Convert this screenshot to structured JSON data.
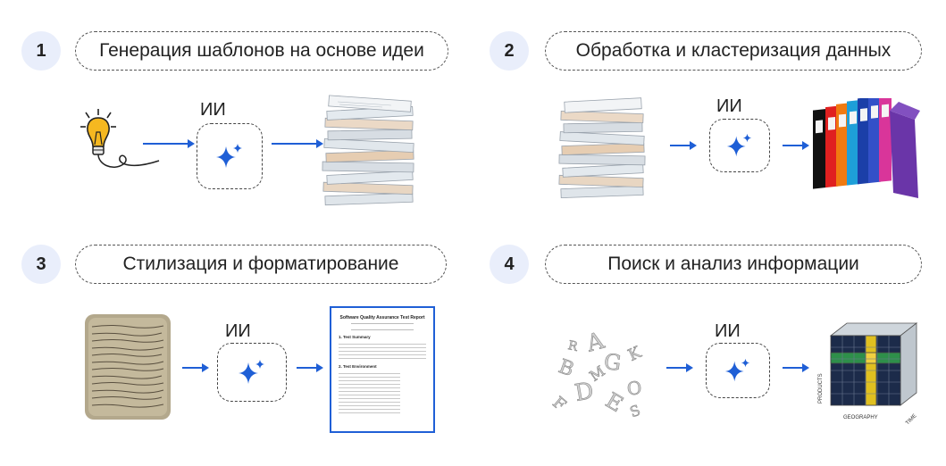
{
  "steps": [
    {
      "number": "1",
      "title": "Генерация шаблонов на основе идеи",
      "ai_label": "ИИ"
    },
    {
      "number": "2",
      "title": "Обработка и кластеризация данных",
      "ai_label": "ИИ"
    },
    {
      "number": "3",
      "title": "Стилизация и форматирование",
      "ai_label": "ИИ"
    },
    {
      "number": "4",
      "title": "Поиск и анализ информации",
      "ai_label": "ИИ"
    }
  ],
  "report": {
    "title": "Software Quality Assurance Test Report",
    "sections": [
      "1. Test Summary",
      "2. Test Environment"
    ]
  },
  "cube": {
    "axis_y": "PRODUCTS",
    "axis_x": "GEOGRAPHY",
    "axis_z": "TIME"
  },
  "colors": {
    "accent": "#1f5fd6",
    "number_bg": "#e9eefb"
  }
}
